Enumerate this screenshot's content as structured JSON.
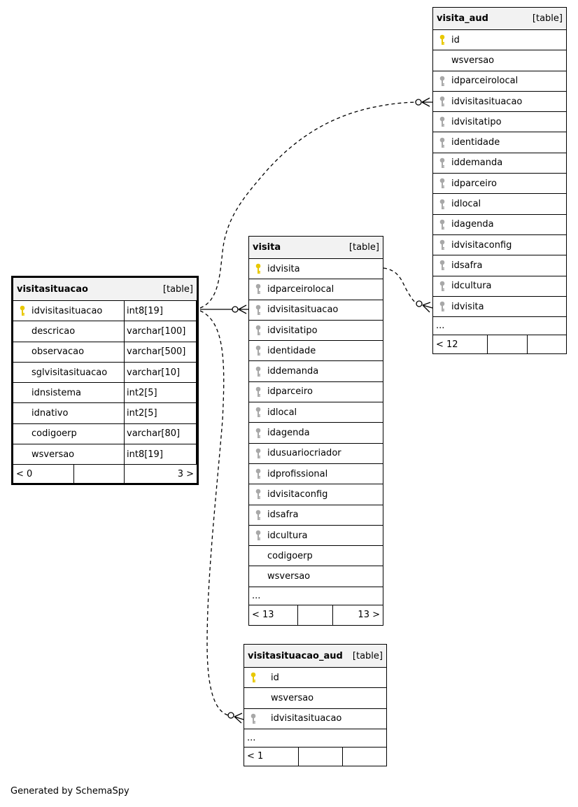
{
  "tables": {
    "visita_aud": {
      "name": "visita_aud",
      "kind": "[table]",
      "columns": [
        "id",
        "wsversao",
        "idparceirolocal",
        "idvisitasituacao",
        "idvisitatipo",
        "identidade",
        "iddemanda",
        "idparceiro",
        "idlocal",
        "idagenda",
        "idvisitaconfig",
        "idsafra",
        "idcultura",
        "idvisita"
      ],
      "more": "...",
      "footer": [
        "< 12",
        "",
        ""
      ]
    },
    "visita": {
      "name": "visita",
      "kind": "[table]",
      "columns": [
        "idvisita",
        "idparceirolocal",
        "idvisitasituacao",
        "idvisitatipo",
        "identidade",
        "iddemanda",
        "idparceiro",
        "idlocal",
        "idagenda",
        "idusuariocriador",
        "idprofissional",
        "idvisitaconfig",
        "idsafra",
        "idcultura",
        "codigoerp",
        "wsversao"
      ],
      "more": "...",
      "footer": [
        "< 13",
        "",
        "13 >"
      ]
    },
    "visitasituacao": {
      "name": "visitasituacao",
      "kind": "[table]",
      "columns": [
        "idvisitasituacao",
        "descricao",
        "observacao",
        "sglvisitasituacao",
        "idnsistema",
        "idnativo",
        "codigoerp",
        "wsversao"
      ],
      "types": [
        "int8[19]",
        "varchar[100]",
        "varchar[500]",
        "varchar[10]",
        "int2[5]",
        "int2[5]",
        "varchar[80]",
        "int8[19]"
      ],
      "footer": [
        "< 0",
        "",
        "3 >"
      ]
    },
    "visitasituacao_aud": {
      "name": "visitasituacao_aud",
      "kind": "[table]",
      "columns": [
        "id",
        "wsversao",
        "idvisitasituacao"
      ],
      "more": "...",
      "footer": [
        "< 1",
        "",
        ""
      ]
    }
  },
  "icons": {
    "primary_key": "key-icon-gold",
    "foreign_key": "key-icon-gray"
  },
  "colors": {
    "pk": "#e8c800",
    "fk": "#a8a8a8",
    "header_bg": "#f2f2f2"
  },
  "credit": "Generated by SchemaSpy"
}
